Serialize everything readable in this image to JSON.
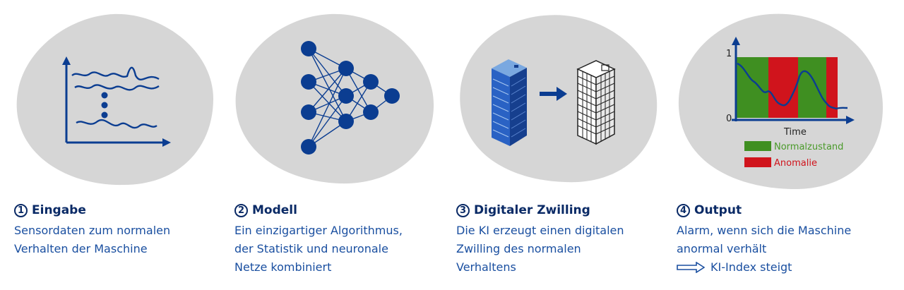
{
  "colors": {
    "blob": "#d6d6d6",
    "primary_blue": "#0b3d91",
    "text_title": "#0a2a66",
    "text_desc": "#1a4fa0",
    "normal_green": "#3f8f21",
    "anomaly_red": "#d0141c",
    "legend_green_text": "#4a9a2a",
    "legend_red_text": "#d0141c"
  },
  "steps": [
    {
      "number": "1",
      "title": "Eingabe",
      "desc_lines": [
        "Sensordaten zum normalen",
        "Verhalten der Maschine"
      ]
    },
    {
      "number": "2",
      "title": "Modell",
      "desc_lines": [
        "Ein einzigartiger Algorithmus,",
        "der Statistik und neuronale",
        "Netze kombiniert"
      ]
    },
    {
      "number": "3",
      "title": "Digitaler Zwilling",
      "desc_lines": [
        "Die KI erzeugt einen digitalen",
        "Zwilling des normalen",
        "Verhaltens"
      ]
    },
    {
      "number": "4",
      "title": "Output",
      "desc_lines": [
        "Alarm, wenn sich die Maschine",
        "anormal verhält",
        "KI-Index steigt"
      ]
    }
  ],
  "output_chart": {
    "y_top_label": "1",
    "y_bottom_label": "0",
    "x_label": "Time",
    "legend": [
      {
        "label": "Normalzustand",
        "color": "#3f8f21",
        "text_color": "#4a9a2a"
      },
      {
        "label": "Anomalie",
        "color": "#d0141c",
        "text_color": "#d0141c"
      }
    ]
  }
}
